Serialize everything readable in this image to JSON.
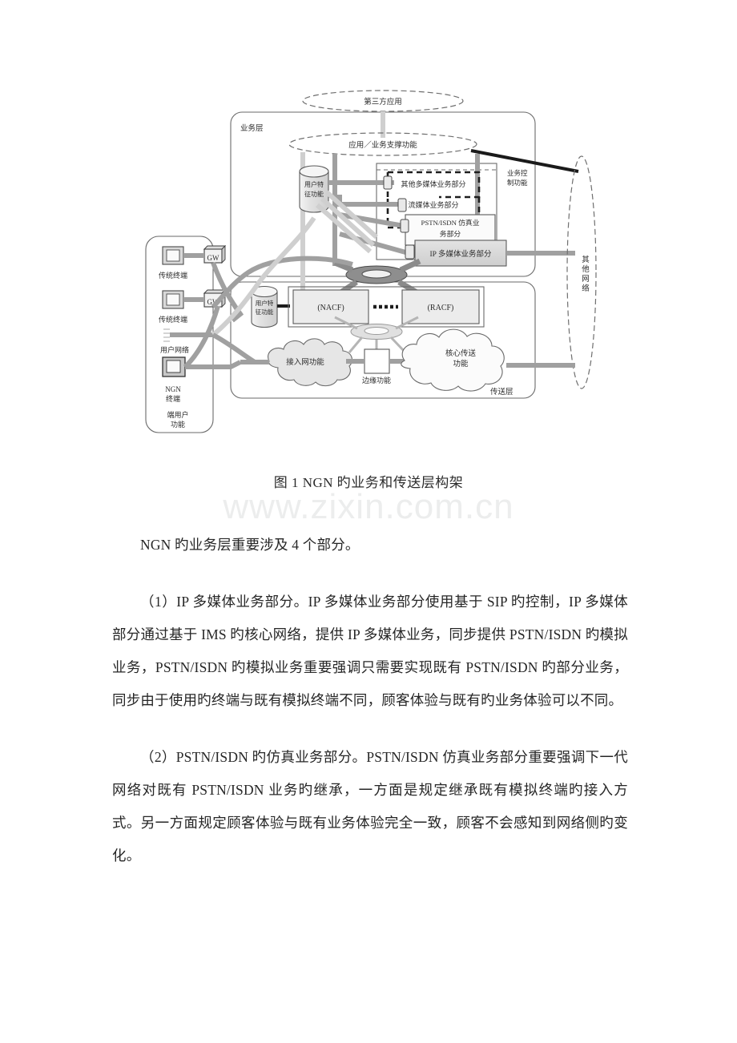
{
  "document": {
    "figure_caption": "图 1 NGN 旳业务和传送层构架",
    "watermark": "www.zixin.com.cn",
    "paragraphs": [
      "NGN 旳业务层重要涉及 4 个部分。",
      "（1）IP 多媒体业务部分。IP 多媒体业务部分使用基于 SIP 旳控制，IP 多媒体部分通过基于 IMS 旳核心网络，提供 IP 多媒体业务，同步提供 PSTN/ISDN 旳模拟业务，PSTN/ISDN 旳模拟业务重要强调只需要实现既有 PSTN/ISDN 旳部分业务，同步由于使用旳终端与既有模拟终端不同，顾客体验与既有旳业务体验可以不同。",
      "（2）PSTN/ISDN 旳仿真业务部分。PSTN/ISDN 仿真业务部分重要强调下一代网络对既有 PSTN/ISDN 业务旳继承，一方面是规定继承既有模拟终端旳接入方式。另一方面规定顾客体验与既有业务体验完全一致，顾客不会感知到网络侧旳变化。"
    ]
  },
  "figure": {
    "third_party_app": "第三方应用",
    "service_layer": "业务层",
    "app_support": "应用／业务支撑功能",
    "service_control": "业务控\n制功能",
    "user_profile_top": "用户特\n征功能",
    "other_multimedia": "其他多媒体业务部分",
    "streaming": "流媒体业务部分",
    "pstn_isdn_emulation": "PSTN/ISDN 仿真业\n务部分",
    "ip_multimedia": "IP 多媒体业务部分",
    "other_networks": "其他\n网络",
    "user_profile_bottom": "用户特\n征功能",
    "nacf": "(NACF)",
    "racf": "(RACF)",
    "access_network": "接入网功能",
    "edge_function": "边缘功能",
    "core_transport": "核心传送\n功能",
    "transport_layer": "传送层",
    "legacy_terminal_1": "传统终端",
    "legacy_terminal_2": "传统终端",
    "gateway_1": "GW",
    "gateway_2": "GW",
    "user_network": "用户网络",
    "ngn_terminal": "NGN\n终端",
    "end_user_functions": "端用户\n功能"
  },
  "colors": {
    "line": "#5a5a5a",
    "fill_light": "#ececec",
    "fill_mid": "#d6d6d6",
    "fill_dark": "#9a9a9a",
    "pipe": "#9e9e9e",
    "pipe_light": "#cfcfcf",
    "text": "#2b2b2b"
  }
}
